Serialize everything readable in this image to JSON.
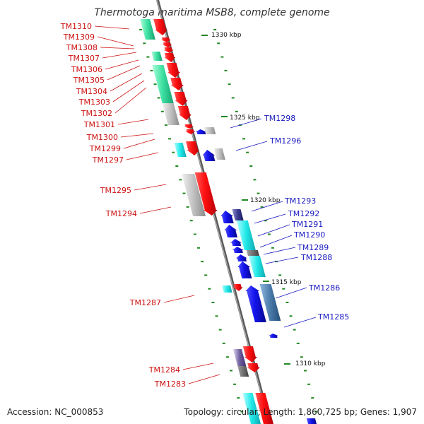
{
  "title": "Thermotoga maritima MSB8, complete genome",
  "footer": {
    "accession": "Accession: NC_000853",
    "summary": "Topology: circular; Length: 1,860,725 bp; Genes: 1,907"
  },
  "ticks": [
    {
      "label": "1330 kbp"
    },
    {
      "label": "1325 kbp"
    },
    {
      "label": "1320 kbp"
    },
    {
      "label": "1315 kbp"
    },
    {
      "label": "1310 kbp"
    }
  ],
  "colors": {
    "forward": "#e8101a",
    "reverse": "#1414d8",
    "cds_green": "#3be0a0",
    "cds_cyan": "#20e8e8",
    "cds_gray": "#b8b8b8",
    "cds_steel": "#4a7aaa",
    "tick": "#228822",
    "backbone": "#888888"
  },
  "left_genes": [
    {
      "label": "TM1310"
    },
    {
      "label": "TM1309"
    },
    {
      "label": "TM1308"
    },
    {
      "label": "TM1307"
    },
    {
      "label": "TM1306"
    },
    {
      "label": "TM1305"
    },
    {
      "label": "TM1304"
    },
    {
      "label": "TM1303"
    },
    {
      "label": "TM1302"
    },
    {
      "label": "TM1301"
    },
    {
      "label": "TM1300"
    },
    {
      "label": "TM1299"
    },
    {
      "label": "TM1297"
    },
    {
      "label": "TM1295"
    },
    {
      "label": "TM1294"
    },
    {
      "label": "TM1287"
    },
    {
      "label": "TM1284"
    },
    {
      "label": "TM1283"
    }
  ],
  "right_genes": [
    {
      "label": "TM1298"
    },
    {
      "label": "TM1296"
    },
    {
      "label": "TM1293"
    },
    {
      "label": "TM1292"
    },
    {
      "label": "TM1291"
    },
    {
      "label": "TM1290"
    },
    {
      "label": "TM1289"
    },
    {
      "label": "TM1288"
    },
    {
      "label": "TM1286"
    },
    {
      "label": "TM1285"
    }
  ]
}
